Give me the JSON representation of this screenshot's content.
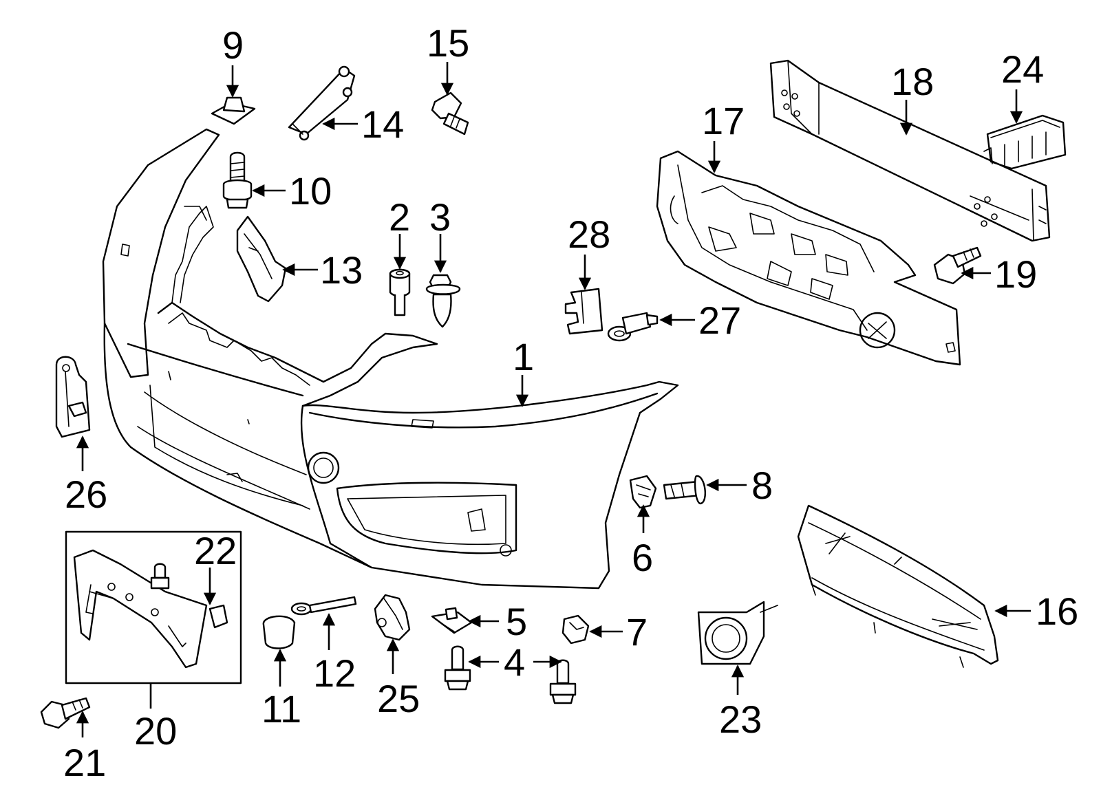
{
  "callouts": [
    {
      "id": "1",
      "label": "1"
    },
    {
      "id": "2",
      "label": "2"
    },
    {
      "id": "3",
      "label": "3"
    },
    {
      "id": "4",
      "label": "4"
    },
    {
      "id": "5",
      "label": "5"
    },
    {
      "id": "6",
      "label": "6"
    },
    {
      "id": "7",
      "label": "7"
    },
    {
      "id": "8",
      "label": "8"
    },
    {
      "id": "9",
      "label": "9"
    },
    {
      "id": "10",
      "label": "10"
    },
    {
      "id": "11",
      "label": "11"
    },
    {
      "id": "12",
      "label": "12"
    },
    {
      "id": "13",
      "label": "13"
    },
    {
      "id": "14",
      "label": "14"
    },
    {
      "id": "15",
      "label": "15"
    },
    {
      "id": "16",
      "label": "16"
    },
    {
      "id": "17",
      "label": "17"
    },
    {
      "id": "18",
      "label": "18"
    },
    {
      "id": "19",
      "label": "19"
    },
    {
      "id": "20",
      "label": "20"
    },
    {
      "id": "21",
      "label": "21"
    },
    {
      "id": "22",
      "label": "22"
    },
    {
      "id": "23",
      "label": "23"
    },
    {
      "id": "24",
      "label": "24"
    },
    {
      "id": "25",
      "label": "25"
    },
    {
      "id": "26",
      "label": "26"
    },
    {
      "id": "27",
      "label": "27"
    },
    {
      "id": "28",
      "label": "28"
    }
  ],
  "colors": {
    "line": "#000000",
    "background": "#ffffff"
  }
}
